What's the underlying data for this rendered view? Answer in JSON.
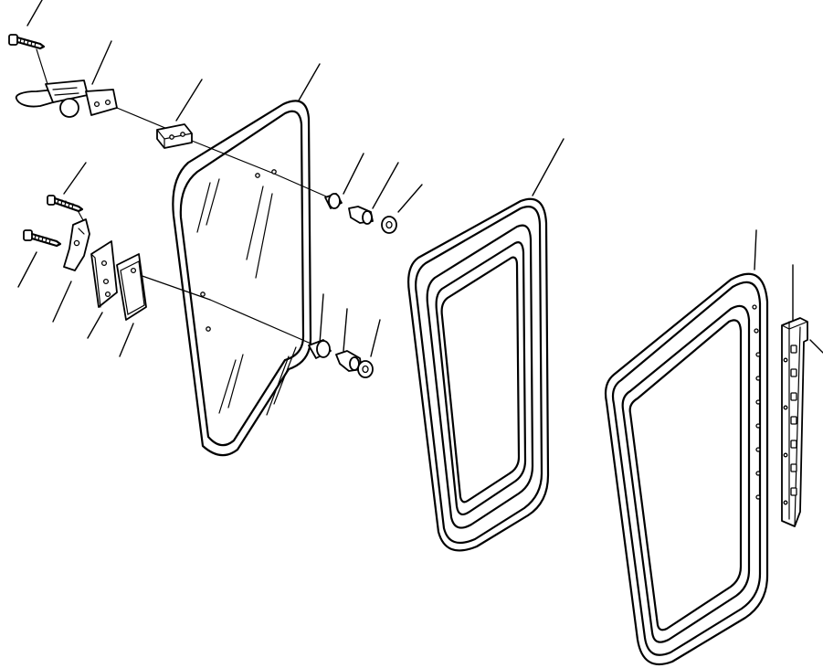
{
  "diagram": {
    "parts": [
      {
        "id": "screw-upper",
        "icon": "screw-icon"
      },
      {
        "id": "latch-assembly",
        "icon": "latch-icon"
      },
      {
        "id": "latch-catch-bracket",
        "icon": "bracket-icon"
      },
      {
        "id": "sliding-glass-panel",
        "icon": "glass-panel-icon"
      },
      {
        "id": "upper-bushing",
        "icon": "bushing-icon"
      },
      {
        "id": "upper-bolt",
        "icon": "bolt-icon"
      },
      {
        "id": "upper-washer",
        "icon": "washer-icon"
      },
      {
        "id": "screw-mid",
        "icon": "screw-icon"
      },
      {
        "id": "screw-lower",
        "icon": "screw-icon"
      },
      {
        "id": "hinge-clip",
        "icon": "clip-icon"
      },
      {
        "id": "hinge-plate",
        "icon": "plate-icon"
      },
      {
        "id": "hinge-pad",
        "icon": "pad-icon"
      },
      {
        "id": "lower-bushing",
        "icon": "bushing-icon"
      },
      {
        "id": "lower-bolt",
        "icon": "bolt-icon"
      },
      {
        "id": "lower-washer",
        "icon": "washer-icon"
      },
      {
        "id": "window-seal-inner",
        "icon": "seal-icon"
      },
      {
        "id": "window-frame-outer",
        "icon": "frame-icon"
      },
      {
        "id": "slide-rail",
        "icon": "rail-icon"
      }
    ]
  }
}
